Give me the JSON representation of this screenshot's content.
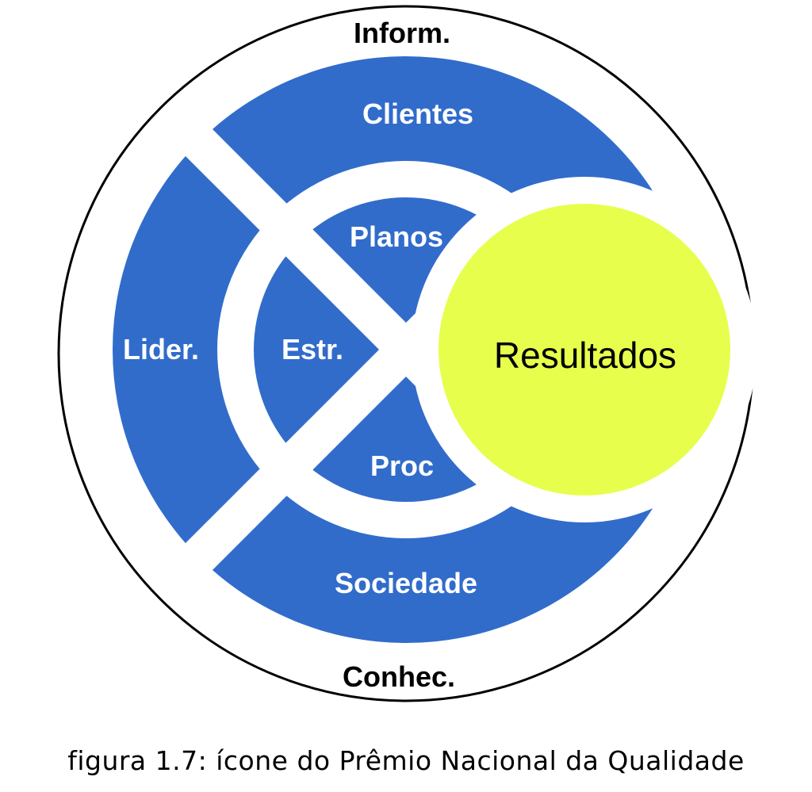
{
  "diagram": {
    "outer_labels": {
      "top": "Inform.",
      "bottom": "Conhec."
    },
    "outer_ring": {
      "top": "Clientes",
      "left": "Lider.",
      "bottom": "Sociedade"
    },
    "inner_ring": {
      "top": "Planos",
      "left": "Estr.",
      "bottom": "Proc"
    },
    "result": "Resultados"
  },
  "colors": {
    "segment_blue": "#316CCB",
    "result_yellow": "#E7FE4D",
    "outline": "#000000",
    "background": "#FFFFFF"
  },
  "caption": "figura 1.7: ícone do Prêmio Nacional da Qualidade"
}
